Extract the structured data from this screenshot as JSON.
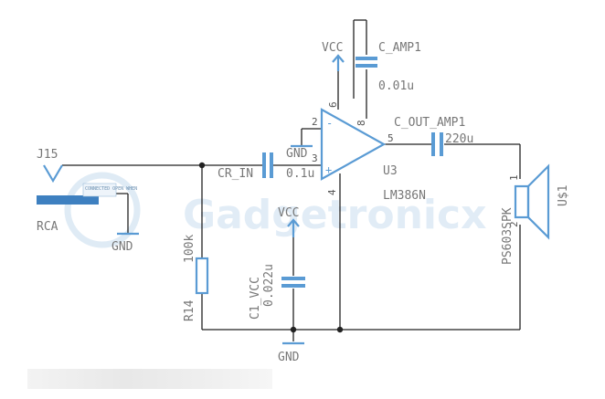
{
  "watermark": "Gadgetronicx",
  "components": {
    "j15": {
      "ref": "J15",
      "type": "RCA",
      "pin_note": "CONNECTED OPEN WHEN"
    },
    "r14": {
      "ref": "R14",
      "value": "100k"
    },
    "cr_in": {
      "ref": "CR_IN",
      "value": "0.1u"
    },
    "c1_vcc": {
      "ref": "C1_VCC",
      "value": "0.022u"
    },
    "c_amp1": {
      "ref": "C_AMP1",
      "value": "0.01u"
    },
    "c_out_amp1": {
      "ref": "C_OUT_AMP1",
      "value": "220u"
    },
    "u3": {
      "ref": "U3",
      "value": "LM386N",
      "plus": "+",
      "minus": "-",
      "pins": [
        "2",
        "3",
        "4",
        "5",
        "6",
        "8"
      ]
    },
    "speaker": {
      "ref": "U$1",
      "value": "PS603SPK",
      "pins": [
        "1",
        "2"
      ]
    }
  },
  "nets": {
    "gnd": "GND",
    "vcc": "VCC"
  },
  "colors": {
    "component": "#5a9bd4",
    "wire": "#222222",
    "label": "#777777"
  }
}
